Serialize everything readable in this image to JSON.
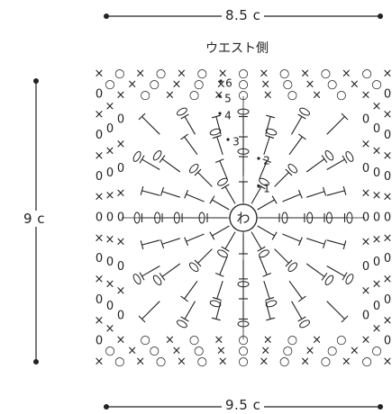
{
  "dimensions": {
    "top_width": "8.5 c",
    "bottom_width": "9.5 c",
    "left_height": "9 c"
  },
  "side_label": "ウエスト側",
  "center_ring_label": "わ",
  "round_numbers": [
    "1",
    "2",
    "3",
    "4",
    "5",
    "6"
  ],
  "colors": {
    "ink": "#222222",
    "background": "#ffffff"
  }
}
